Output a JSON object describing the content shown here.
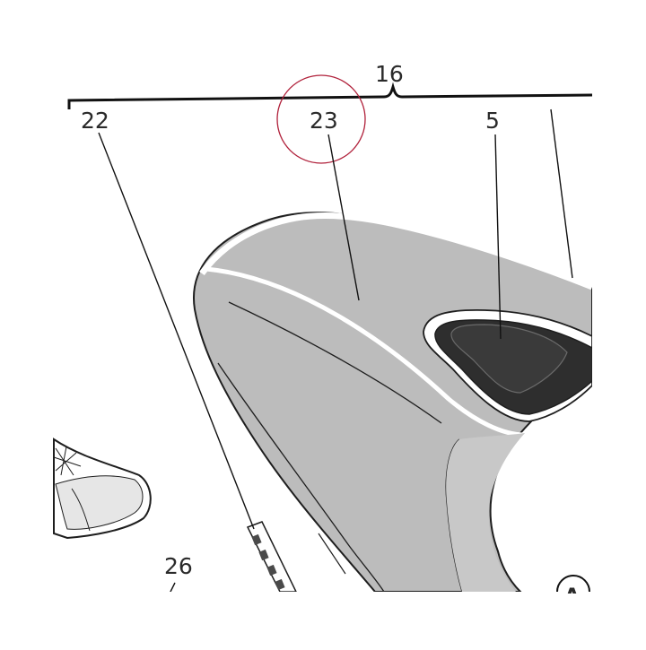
{
  "diagram": {
    "callouts": {
      "assembly": "16",
      "bracket_left": "22",
      "shell": "23",
      "window": "5",
      "lower": "26",
      "view_marker": "A"
    },
    "colors": {
      "body_fill": "#bcbcbc",
      "window_fill": "#2e2e2e",
      "stroke": "#1e1e1e",
      "highlight_circle": "#b0203a",
      "background": "#ffffff"
    }
  }
}
